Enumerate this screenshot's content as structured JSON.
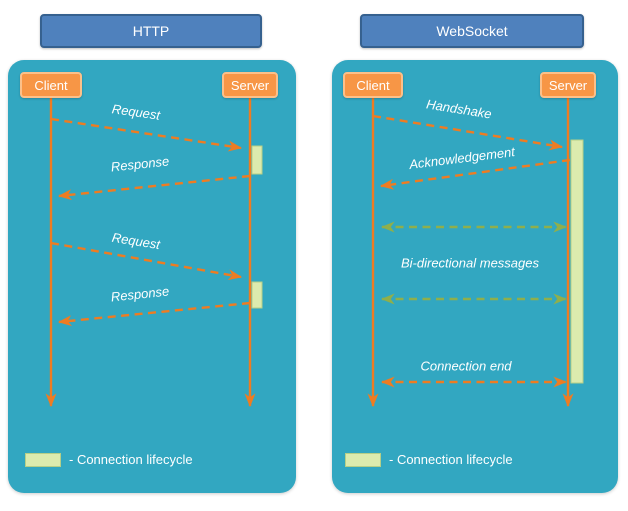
{
  "colors": {
    "header_blue": "#4f81bd",
    "header_border": "#36618f",
    "panel_teal": "#32a7c1",
    "actor_orange": "#f79646",
    "actor_border": "#fcc089",
    "line_orange": "#ee7c22",
    "arrow_green": "#8faf4c",
    "activation_fill": "#dcebae",
    "activation_border": "#b6cf87",
    "text": "#ffffff"
  },
  "http": {
    "title": "HTTP",
    "client_label": "Client",
    "server_label": "Server",
    "messages": [
      "Request",
      "Response",
      "Request",
      "Response"
    ],
    "legend_label": "- Connection lifecycle"
  },
  "websocket": {
    "title": "WebSocket",
    "client_label": "Client",
    "server_label": "Server",
    "messages": [
      "Handshake",
      "Acknowledgement",
      "Bi-directional messages",
      "Connection end"
    ],
    "legend_label": "- Connection lifecycle"
  }
}
